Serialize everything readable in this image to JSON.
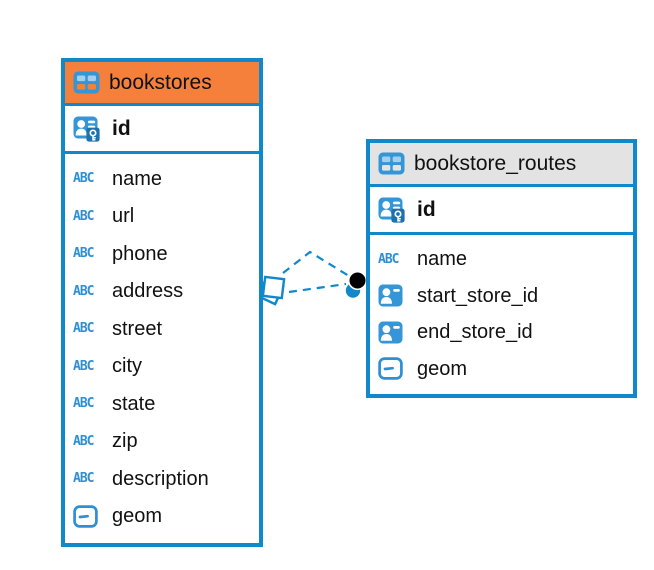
{
  "diagram": {
    "kind": "entity-relationship-diagram",
    "background": "#ffffff"
  },
  "colors": {
    "accent_blue": "#1088c9",
    "header_orange": "#f5803c",
    "header_gray": "#e4e3e4",
    "icon_blue": "#3496d6",
    "icon_blue_dark": "#1d72ae",
    "type_text_blue": "#2d8fd5",
    "text_black": "#111111",
    "marker_dot_black": "#000000"
  },
  "tables": [
    {
      "name": "bookstores",
      "title": "bookstores",
      "header_style": "orange",
      "primary_key": {
        "name": "id"
      },
      "columns": [
        {
          "name": "name",
          "type": "text"
        },
        {
          "name": "url",
          "type": "text"
        },
        {
          "name": "phone",
          "type": "text"
        },
        {
          "name": "address",
          "type": "text"
        },
        {
          "name": "street",
          "type": "text"
        },
        {
          "name": "city",
          "type": "text"
        },
        {
          "name": "state",
          "type": "text"
        },
        {
          "name": "zip",
          "type": "text"
        },
        {
          "name": "description",
          "type": "text"
        },
        {
          "name": "geom",
          "type": "geometry"
        }
      ]
    },
    {
      "name": "bookstore_routes",
      "title": "bookstore_routes",
      "header_style": "gray",
      "primary_key": {
        "name": "id"
      },
      "columns": [
        {
          "name": "name",
          "type": "text"
        },
        {
          "name": "start_store_id",
          "type": "foreign-key"
        },
        {
          "name": "end_store_id",
          "type": "foreign-key"
        },
        {
          "name": "geom",
          "type": "geometry"
        }
      ]
    }
  ],
  "type_icons": {
    "text_glyph": "ABC"
  },
  "relationships": [
    {
      "from": "bookstores",
      "to": "bookstore_routes",
      "line_style": "dashed"
    },
    {
      "from": "bookstores",
      "to": "bookstore_routes",
      "line_style": "dashed"
    }
  ]
}
